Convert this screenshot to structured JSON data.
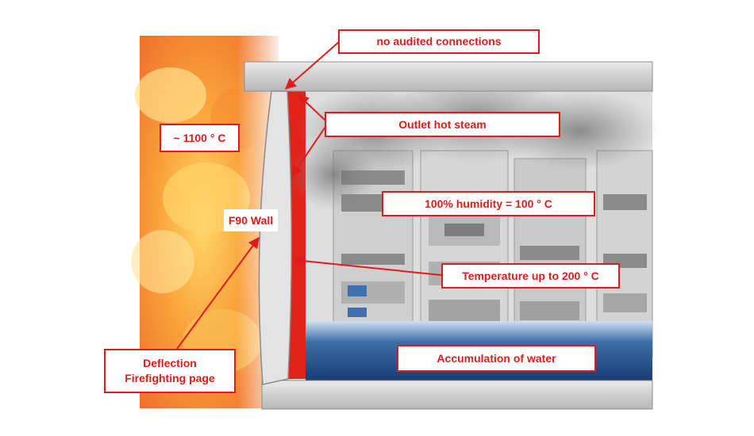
{
  "colors": {
    "accent": "#e11b1b",
    "water": "#1f4f8f",
    "wall": "#d9d9d9",
    "fire": "#f7941d"
  },
  "labels": {
    "no_audited": "no audited connections",
    "outlet_steam": "Outlet hot steam",
    "temp_outside": "~ 1100 ° C",
    "humidity": "100% humidity = 100 ° C",
    "f90_wall": "F90 Wall",
    "temp_inside": "Temperature up to 200 ° C",
    "accumulation": "Accumulation of water",
    "deflection_line1": "Deflection",
    "deflection_line2": "Firefighting page"
  }
}
